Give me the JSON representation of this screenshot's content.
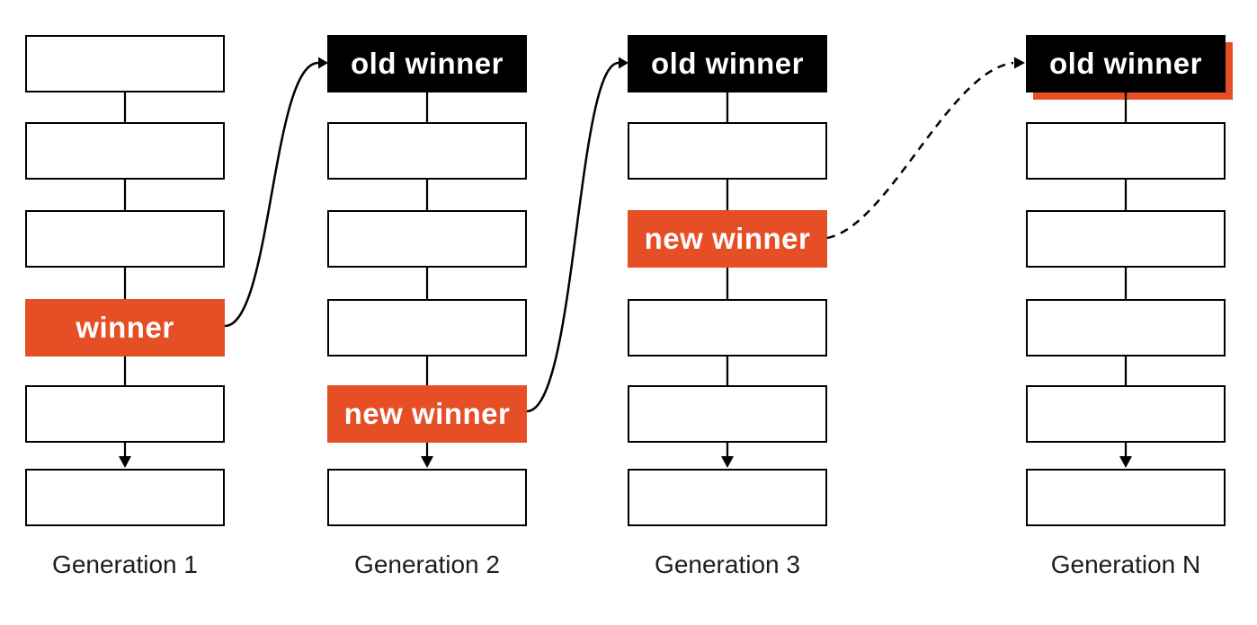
{
  "diagram": {
    "columns": [
      {
        "label": "Generation 1",
        "boxes": [
          {
            "type": "plain",
            "label": ""
          },
          {
            "type": "plain",
            "label": ""
          },
          {
            "type": "plain",
            "label": ""
          },
          {
            "type": "winner",
            "label": "winner"
          },
          {
            "type": "plain",
            "label": ""
          },
          {
            "type": "plain",
            "label": ""
          }
        ]
      },
      {
        "label": "Generation 2",
        "boxes": [
          {
            "type": "old-winner",
            "label": "old winner"
          },
          {
            "type": "plain",
            "label": ""
          },
          {
            "type": "plain",
            "label": ""
          },
          {
            "type": "plain",
            "label": ""
          },
          {
            "type": "new-winner",
            "label": "new winner"
          },
          {
            "type": "plain",
            "label": ""
          }
        ]
      },
      {
        "label": "Generation 3",
        "boxes": [
          {
            "type": "old-winner",
            "label": "old winner"
          },
          {
            "type": "plain",
            "label": ""
          },
          {
            "type": "new-winner",
            "label": "new winner"
          },
          {
            "type": "plain",
            "label": ""
          },
          {
            "type": "plain",
            "label": ""
          },
          {
            "type": "plain",
            "label": ""
          }
        ]
      },
      {
        "label": "Generation N",
        "boxes": [
          {
            "type": "old-winner-highlighted",
            "label": "old winner"
          },
          {
            "type": "plain",
            "label": ""
          },
          {
            "type": "plain",
            "label": ""
          },
          {
            "type": "plain",
            "label": ""
          },
          {
            "type": "plain",
            "label": ""
          },
          {
            "type": "plain",
            "label": ""
          }
        ]
      }
    ],
    "arrows": [
      {
        "from": "generation-1-winner",
        "to": "generation-2-old-winner",
        "style": "solid"
      },
      {
        "from": "generation-2-new-winner",
        "to": "generation-3-old-winner",
        "style": "solid"
      },
      {
        "from": "generation-3-new-winner",
        "to": "generation-n-old-winner",
        "style": "dashed"
      }
    ],
    "colors": {
      "winner_orange": "#E64E25",
      "old_winner_black": "#000000",
      "line_black": "#000000",
      "label_text": "#1D1D1D"
    }
  }
}
